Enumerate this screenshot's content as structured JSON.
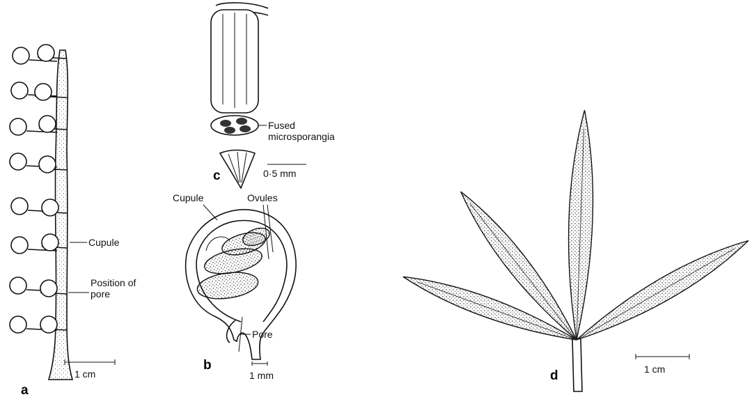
{
  "panels": {
    "a": "a",
    "b": "b",
    "c": "c",
    "d": "d"
  },
  "panel_a": {
    "cupule_label": "Cupule",
    "pore_label_line1": "Position of",
    "pore_label_line2": "pore",
    "scale": "1 cm"
  },
  "panel_b": {
    "cupule_label": "Cupule",
    "ovules_label": "Ovules",
    "pore_label": "Pore",
    "scale": "1 mm"
  },
  "panel_c": {
    "label_line1": "Fused",
    "label_line2": "microsporangia",
    "scale": "0·5 mm"
  },
  "panel_d": {
    "scale": "1 cm"
  }
}
